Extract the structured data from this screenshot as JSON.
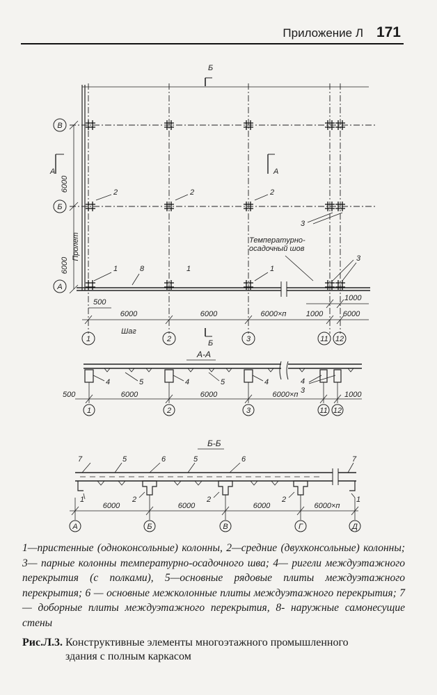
{
  "header": {
    "title": "Приложение Л",
    "page_number": "171"
  },
  "plan": {
    "axis_rows": [
      "В",
      "Б",
      "А"
    ],
    "axis_cols": [
      "1",
      "2",
      "3",
      "11",
      "12"
    ],
    "vertical_dims": [
      "6000",
      "6000"
    ],
    "span_label": "Пролет",
    "bottom_dims": [
      "6000",
      "6000",
      "6000×п",
      "1000",
      "6000"
    ],
    "top_dims": [
      "500",
      "1000"
    ],
    "step_label": "Шаг",
    "section_mark_b": "Б",
    "section_mark_a": "А",
    "callout_labels": [
      "1",
      "2",
      "3",
      "8"
    ],
    "joint_label_line1": "Температурно-",
    "joint_label_line2": "осадочный шов"
  },
  "section_aa": {
    "title": "А-А",
    "dims": [
      "500",
      "6000",
      "6000",
      "6000×п",
      "1000"
    ],
    "callout_labels": [
      "3",
      "4",
      "5"
    ],
    "axes": [
      "1",
      "2",
      "3",
      "11",
      "12"
    ]
  },
  "section_bb": {
    "title": "Б-Б",
    "dims": [
      "6000",
      "6000",
      "6000",
      "6000×п"
    ],
    "callout_labels": [
      "1",
      "2",
      "5",
      "6",
      "7"
    ],
    "axes": [
      "А",
      "Б",
      "В",
      "Г",
      "Д"
    ]
  },
  "legend": "1—пристенные (одноконсольные) колонны, 2—средние (двухконсольные) колонны; 3— парные колонны температурно-осадочного шва; 4— ригели междуэтажного перекрытия (с полками), 5—основные рядовые плиты междуэтажного перекрытия; 6 — основные межколонные плиты междуэтажного перекрытия; 7 — доборные плиты междуэтажного перекрытия, 8- наружные самонесущие стены",
  "caption": {
    "figure_label": "Рис.Л.3.",
    "line1": "Конструктивные элементы многоэтажного промышленного",
    "line2": "здания с полным каркасом"
  }
}
